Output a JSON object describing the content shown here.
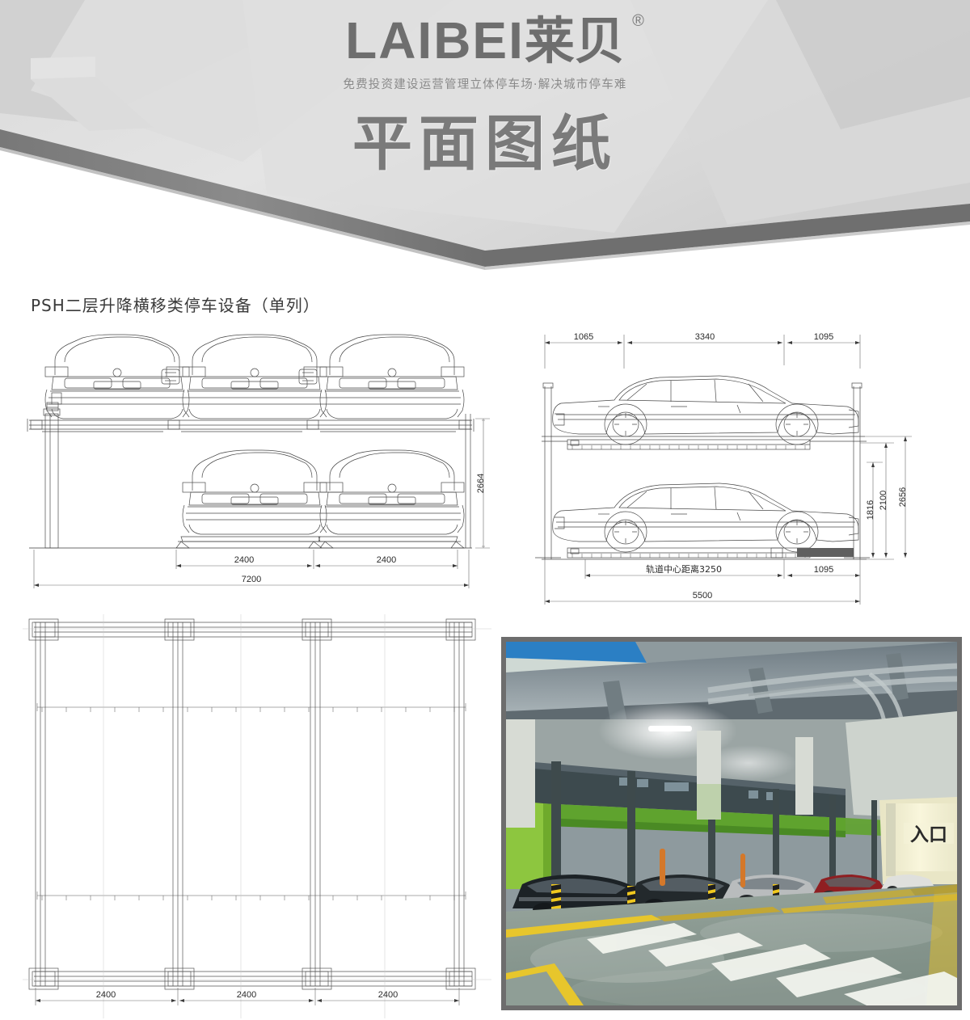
{
  "header": {
    "brand_latin": "LAIBEI",
    "brand_cn": "莱贝",
    "registered_mark": "®",
    "tagline": "免费投资建设运营管理立体停车场·解决城市停车难",
    "big_title": "平面图纸",
    "banner_colors": {
      "top_light": "#e2e2e2",
      "top_mid": "#d2d2d2",
      "top_dark": "#c9c9c9",
      "edge_dark": "#7d7d7d",
      "edge_mid": "#8e8e8e"
    }
  },
  "section": {
    "title": "PSH二层升降横移类停车设备（单列）"
  },
  "front_elevation": {
    "name": "front-elevation-drawing",
    "upper_level_cars": 3,
    "lower_level_cars": 2,
    "dimensions": {
      "bay_left": "2400",
      "bay_right": "2400",
      "total_width": "7200",
      "total_height": "2664"
    }
  },
  "side_elevation": {
    "name": "side-elevation-drawing",
    "levels": 2,
    "dimensions": {
      "top_left": "1065",
      "top_mid": "3340",
      "top_right": "1095",
      "bottom_rail": "轨道中心距离3250",
      "bottom_right": "1095",
      "bottom_total": "5500",
      "v_inner": "1816",
      "v_mid": "2100",
      "v_outer": "2656"
    }
  },
  "plan_view": {
    "name": "plan-view-drawing",
    "bays": 3,
    "dimensions": {
      "bay_1": "2400",
      "bay_2": "2400",
      "bay_3": "2400"
    }
  },
  "photo": {
    "name": "parking-garage-photo",
    "caption_sign": "入口",
    "description_colors": {
      "floor": "#7e8f86",
      "frame_green": "#7ab648",
      "ceiling": "#8e9aa0",
      "accent_yellow": "#e8c23a"
    }
  }
}
